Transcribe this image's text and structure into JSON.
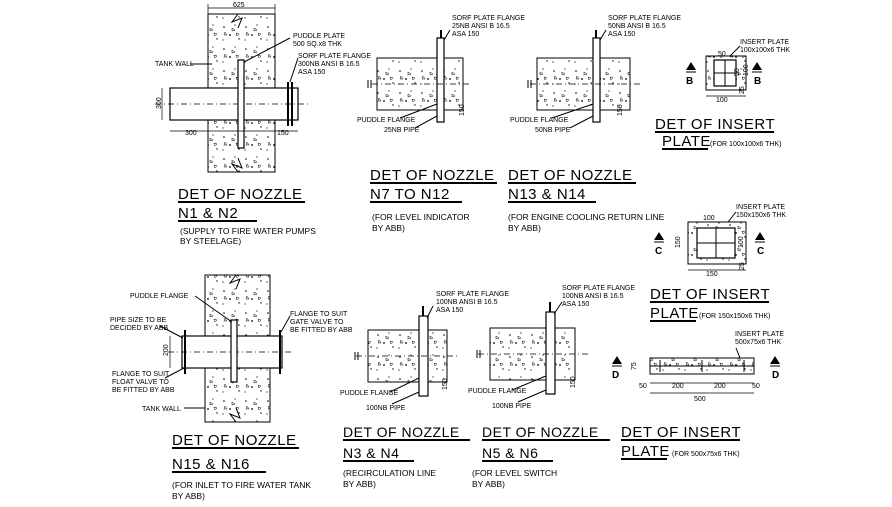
{
  "n1n2": {
    "dim_top": "625",
    "dim_side": "300",
    "dim_bottom_left": "300",
    "dim_bottom_right": "150",
    "lbl_tank_wall": "TANK WALL",
    "lbl_puddle_1": "PUDDLE PLATE",
    "lbl_puddle_2": "500 SQ.x8 THK",
    "lbl_sorf_1": "SORF PLATE FLANGE",
    "lbl_sorf_2": "300NB ANSI B 16.5",
    "lbl_sorf_3": "ASA 150",
    "title_1": "DET OF NOZZLE",
    "title_2": "N1 & N2",
    "note_1": "(SUPPLY TO FIRE WATER PUMPS",
    "note_2": "BY STEELAGE)"
  },
  "n7n12": {
    "lbl_sorf_1": "SORF PLATE FLANGE",
    "lbl_sorf_2": "25NB ANSI B 16.5",
    "lbl_sorf_3": "ASA 150",
    "lbl_puddle": "PUDDLE FLANGE",
    "lbl_pipe": "25NB PIPE",
    "dim_150": "150",
    "title_1": "DET OF NOZZLE",
    "title_2": "N7 TO N12",
    "note_1": "(FOR LEVEL INDICATOR",
    "note_2": "BY ABB)"
  },
  "n13n14": {
    "lbl_sorf_1": "SORF PLATE FLANGE",
    "lbl_sorf_2": "50NB ANSI B 16.5",
    "lbl_sorf_3": "ASA 150",
    "lbl_puddle": "PUDDLE FLANGE",
    "lbl_pipe": "50NB PIPE",
    "dim_150": "150",
    "title_1": "DET OF NOZZLE",
    "title_2": "N13 & N14",
    "note_1": "(FOR ENGINE COOLING RETURN LINE",
    "note_2": "BY ABB)"
  },
  "ins100": {
    "lbl_1": "INSERT PLATE",
    "lbl_2": "100x100x6 THK",
    "dim_50_top": "50",
    "dim_50_side": "50",
    "dim_100_side": "100",
    "dim_25": "25",
    "dim_100_bot": "100",
    "sec_b": "B",
    "title_1": "DET OF INSERT",
    "title_2": "PLATE",
    "title_note": "(FOR 100x100x6 THK)"
  },
  "ins150": {
    "lbl_1": "INSERT PLATE",
    "lbl_2": "150x150x6 THK",
    "dim_100_top": "100",
    "dim_150_side": "150",
    "dim_100_side": "100",
    "dim_25": "25",
    "dim_150_bot": "150",
    "sec_c": "C",
    "title_1": "DET OF INSERT",
    "title_2": "PLATE",
    "title_note": "(FOR 150x150x6 THK)"
  },
  "ins500": {
    "lbl_1": "INSERT PLATE",
    "lbl_2": "500x75x6 THK",
    "dim_75": "75",
    "dim_50a": "50",
    "dim_200a": "200",
    "dim_200b": "200",
    "dim_50b": "50",
    "dim_500": "500",
    "sec_d": "D",
    "title_1": "DET OF INSERT",
    "title_2": "PLATE",
    "title_note": "(FOR 500x75x6 THK)"
  },
  "n15n16": {
    "lbl_puddle": "PUDDLE FLANGE",
    "lbl_pipe_1": "PIPE SIZE TO BE",
    "lbl_pipe_2": "DECIDED BY ABB",
    "lbl_suit_1": "FLANGE TO SUIT",
    "lbl_suit_2": "GATE VALVE TO",
    "lbl_suit_3": "BE FITTED BY ABB",
    "lbl_float_1": "FLANGE TO SUIT",
    "lbl_float_2": "FLOAT VALVE TO",
    "lbl_float_3": "BE FITTED BY ABB",
    "lbl_tank_wall": "TANK WALL",
    "dim_200": "200",
    "title_1": "DET OF NOZZLE",
    "title_2": "N15 & N16",
    "note_1": "(FOR INLET TO FIRE WATER TANK",
    "note_2": "BY ABB)"
  },
  "n3n4": {
    "lbl_sorf_1": "SORF PLATE FLANGE",
    "lbl_sorf_2": "100NB ANSI B 16.5",
    "lbl_sorf_3": "ASA 150",
    "lbl_puddle": "PUDDLE FLANGE",
    "lbl_pipe": "100NB PIPE",
    "dim_150": "150",
    "title_1": "DET OF NOZZLE",
    "title_2": "N3 & N4",
    "note_1": "(RECIRCULATION LINE",
    "note_2": "BY ABB)"
  },
  "n5n6": {
    "lbl_sorf_1": "SORF PLATE FLANGE",
    "lbl_sorf_2": "100NB ANSI B 16.5",
    "lbl_sorf_3": "ASA 150",
    "lbl_puddle": "PUDDLE FLANGE",
    "lbl_pipe": "100NB PIPE",
    "dim_150": "150",
    "title_1": "DET OF NOZZLE",
    "title_2": "N5 & N6",
    "note_1": "(FOR LEVEL SWITCH",
    "note_2": "BY ABB)"
  }
}
